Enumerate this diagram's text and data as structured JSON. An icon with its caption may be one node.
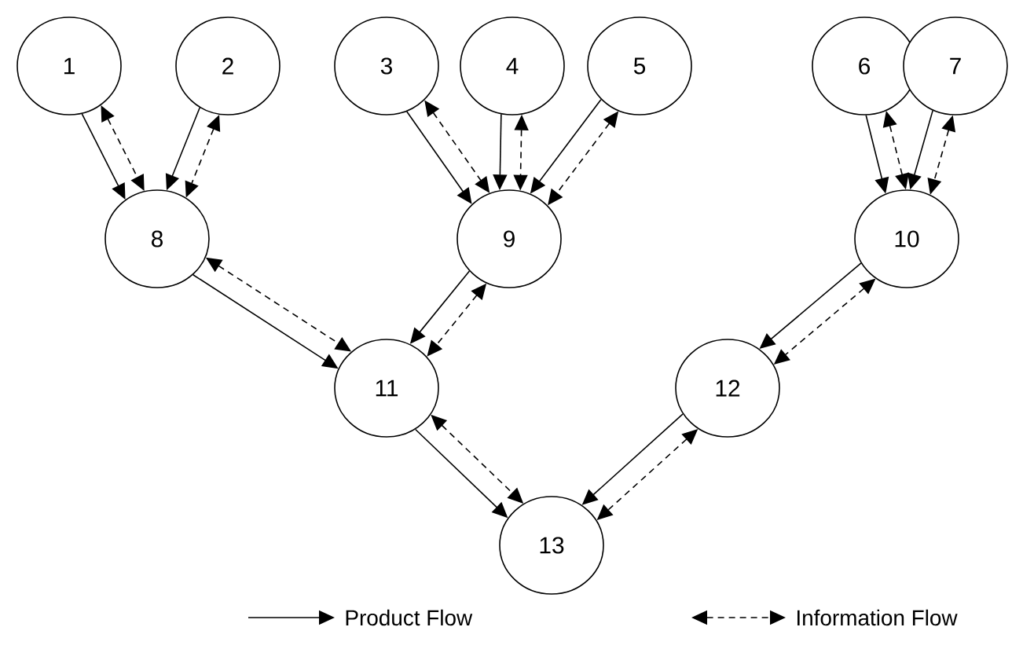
{
  "diagram": {
    "nodes": [
      {
        "text": [
          "1"
        ]
      },
      {
        "text": [
          "2"
        ]
      },
      {
        "text": [
          "3"
        ]
      },
      {
        "text": [
          "4"
        ]
      },
      {
        "text": [
          "5"
        ]
      },
      {
        "text": [
          "6"
        ]
      },
      {
        "text": [
          "7"
        ]
      },
      {
        "text": [
          "8"
        ]
      },
      {
        "text": [
          "9"
        ]
      },
      {
        "text": [
          "10"
        ]
      },
      {
        "text": [
          "11"
        ]
      },
      {
        "text": [
          "12"
        ]
      },
      {
        "text": [
          "13"
        ]
      }
    ],
    "edges": [
      {
        "from": 0,
        "to": 7,
        "arrow": "to"
      },
      {
        "from": 0,
        "to": 7,
        "arrow": "both",
        "style": "dashed"
      },
      {
        "from": 1,
        "to": 7,
        "arrow": "to"
      },
      {
        "from": 1,
        "to": 7,
        "arrow": "both",
        "style": "dashed"
      },
      {
        "from": 2,
        "to": 8,
        "arrow": "to"
      },
      {
        "from": 2,
        "to": 8,
        "arrow": "both",
        "style": "dashed"
      },
      {
        "from": 3,
        "to": 8,
        "arrow": "to"
      },
      {
        "from": 3,
        "to": 8,
        "arrow": "both",
        "style": "dashed"
      },
      {
        "from": 4,
        "to": 8,
        "arrow": "to"
      },
      {
        "from": 4,
        "to": 8,
        "arrow": "both",
        "style": "dashed"
      },
      {
        "from": 5,
        "to": 9,
        "arrow": "to"
      },
      {
        "from": 5,
        "to": 9,
        "arrow": "both",
        "style": "dashed"
      },
      {
        "from": 6,
        "to": 9,
        "arrow": "to"
      },
      {
        "from": 6,
        "to": 9,
        "arrow": "both",
        "style": "dashed"
      },
      {
        "from": 7,
        "to": 10,
        "arrow": "to"
      },
      {
        "from": 7,
        "to": 10,
        "arrow": "both",
        "style": "dashed"
      },
      {
        "from": 8,
        "to": 10,
        "arrow": "to"
      },
      {
        "from": 8,
        "to": 10,
        "arrow": "both",
        "style": "dashed"
      },
      {
        "from": 9,
        "to": 11,
        "arrow": "to"
      },
      {
        "from": 9,
        "to": 11,
        "arrow": "both",
        "style": "dashed"
      },
      {
        "from": 10,
        "to": 12,
        "arrow": "to"
      },
      {
        "from": 10,
        "to": 12,
        "arrow": "both",
        "style": "dashed"
      },
      {
        "from": 11,
        "to": 12,
        "arrow": "to"
      },
      {
        "from": 11,
        "to": 12,
        "arrow": "both",
        "style": "dashed"
      }
    ],
    "legend": [
      {
        "text": "Product Flow"
      },
      {
        "text": "Information Flow"
      }
    ]
  }
}
